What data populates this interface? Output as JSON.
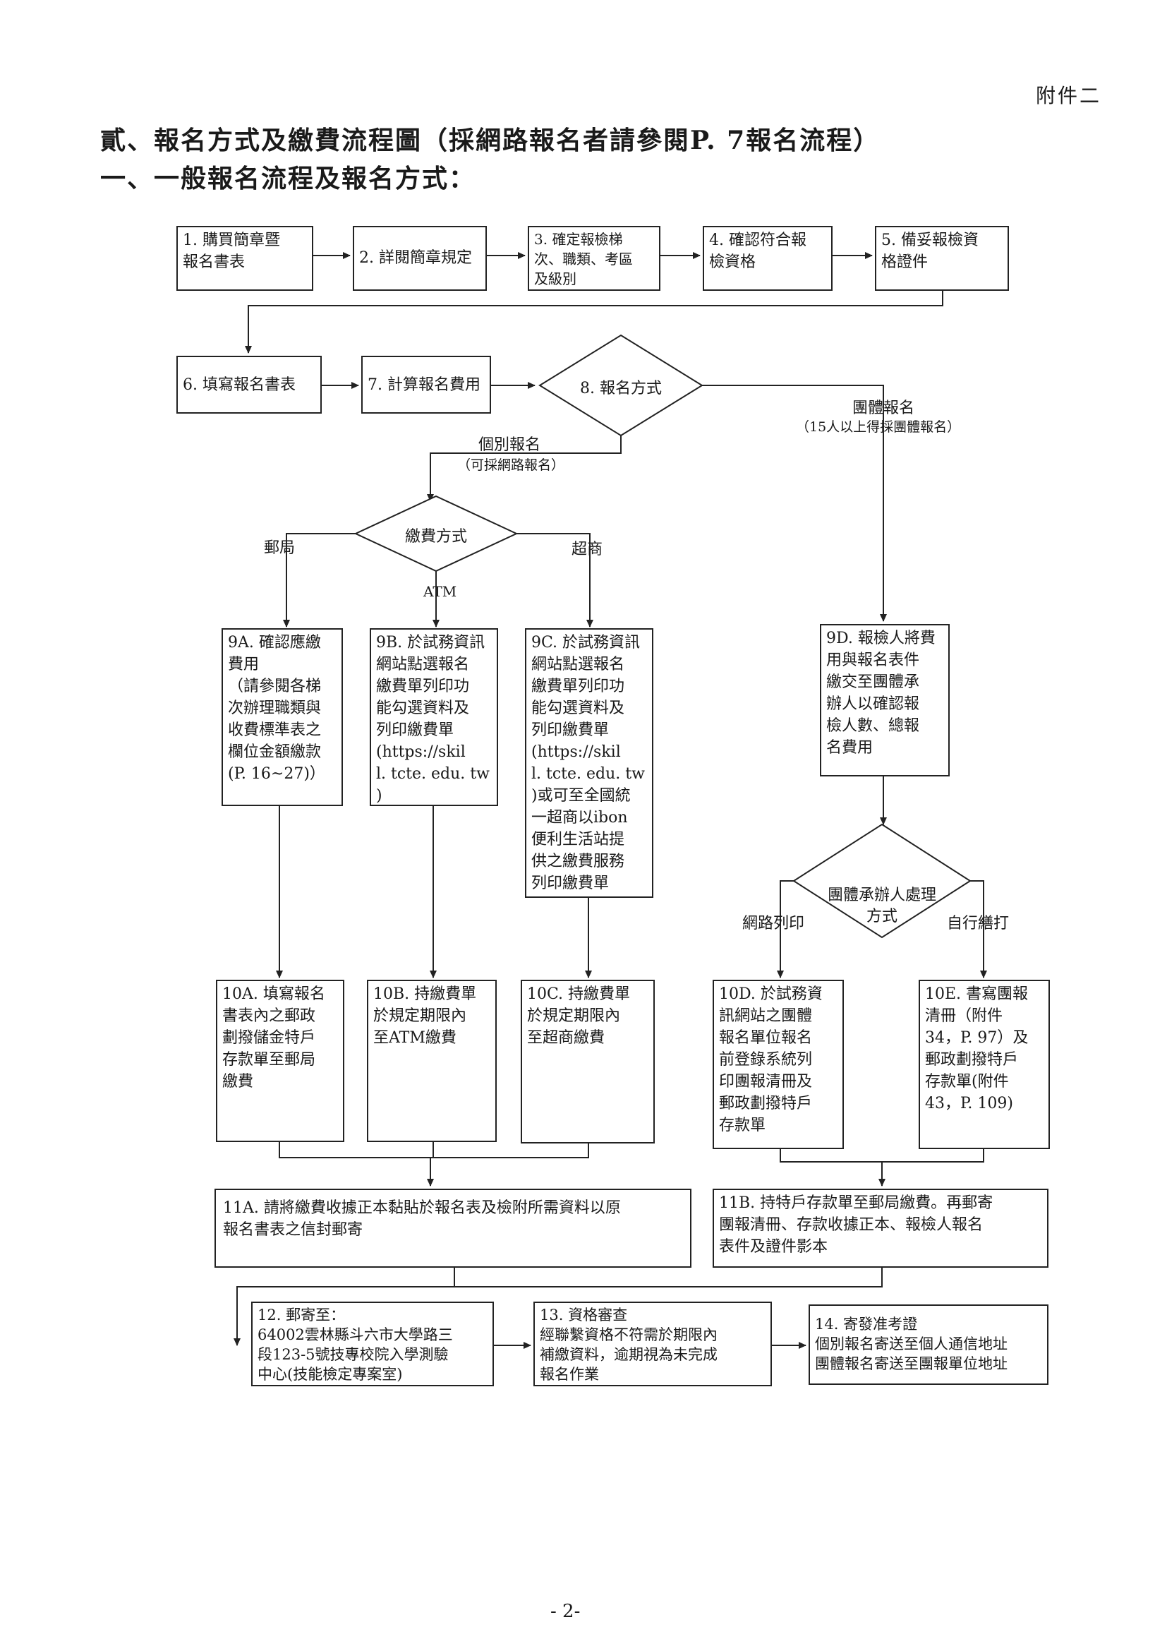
{
  "page_tag": "附件二",
  "title1": "貳、報名方式及繳費流程圖（採網路報名者請參閱P. 7報名流程）",
  "title2": "一、一般報名流程及報名方式：",
  "boxes": {
    "b1": "1. 購買簡章暨\n報名書表",
    "b2": "2. 詳閱簡章規定",
    "b3": "3. 確定報檢梯\n次、職類、考區\n及級別",
    "b4": "4. 確認符合報\n檢資格",
    "b5": "5. 備妥報檢資\n格證件",
    "b6": "6. 填寫報名書表",
    "b7": "7. 計算報名費用",
    "b9A": "9A. 確認應繳\n費用\n（請參閱各梯\n次辦理職類與\n收費標準表之\n欄位金額繳款\n(P. 16~27)）",
    "b9B": "9B. 於試務資訊\n網站點選報名\n繳費單列印功\n能勾選資料及\n列印繳費單\n(https://skil\nl. tcte. edu. tw\n)",
    "b9C": "9C. 於試務資訊\n網站點選報名\n繳費單列印功\n能勾選資料及\n列印繳費單\n(https://skil\nl. tcte. edu. tw\n)或可至全國統\n一超商以ibon\n便利生活站提\n供之繳費服務\n列印繳費單",
    "b9D": "9D. 報檢人將費\n用與報名表件\n繳交至團體承\n辦人以確認報\n檢人數、總報\n名費用",
    "b10A": "10A. 填寫報名\n書表內之郵政\n劃撥儲金特戶\n存款單至郵局\n繳費",
    "b10B": "10B. 持繳費單\n於規定期限內\n至ATM繳費",
    "b10C": "10C. 持繳費單\n於規定期限內\n至超商繳費",
    "b10D": "10D. 於試務資\n訊網站之團體\n報名單位報名\n前登錄系統列\n印團報清冊及\n郵政劃撥特戶\n存款單",
    "b10E": "10E. 書寫團報\n清冊（附件\n34，P. 97）及\n郵政劃撥特戶\n存款單(附件\n43，P. 109)",
    "b11A": "11A. 請將繳費收據正本黏貼於報名表及檢附所需資料以原\n報名書表之信封郵寄",
    "b11B": "11B. 持特戶存款單至郵局繳費。再郵寄\n團報清冊、存款收據正本、報檢人報名\n表件及證件影本",
    "b12": "12. 郵寄至：\n64002雲林縣斗六市大學路三\n段123-5號技專校院入學測驗\n中心(技能檢定專案室)",
    "b13": "13. 資格審查\n經聯繫資格不符需於期限內\n補繳資料，逾期視為未完成\n報名作業",
    "b14": "14. 寄發准考證\n個別報名寄送至個人通信地址\n團體報名寄送至團報單位地址"
  },
  "diamonds": {
    "d8": "8. 報名方式",
    "dpay": "繳費方式",
    "dgroup": "團體承辦人處理\n方式"
  },
  "labels": {
    "group": "團體報名",
    "group_note": "（15人以上得採團體報名）",
    "individual": "個別報名",
    "individual_note": "（可採網路報名）",
    "post": "郵局",
    "atm": "ATM",
    "store": "超商",
    "online_print": "網路列印",
    "self_fill": "自行繕打"
  },
  "footer": "- 2-"
}
